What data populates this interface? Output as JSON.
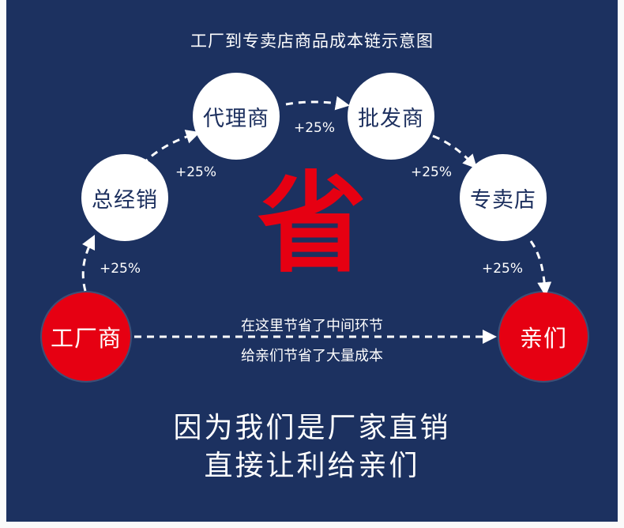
{
  "title": "工厂到专卖店商品成本链示意图",
  "nodes": {
    "factory": "工厂商",
    "general_distributor": "总经销",
    "agent": "代理商",
    "wholesaler": "批发商",
    "store": "专卖店",
    "customer": "亲们"
  },
  "markups": [
    "+25%",
    "+25%",
    "+25%",
    "+25%",
    "+25%"
  ],
  "center_char": "省",
  "middle_text": {
    "line1": "在这里节省了中间环节",
    "line2": "给亲们节省了大量成本"
  },
  "bottom_text": {
    "line1": "因为我们是厂家直销",
    "line2": "直接让利给亲们"
  },
  "colors": {
    "background": "#1c3160",
    "accent_red": "#e60012",
    "node_text": "#1c2f5e"
  }
}
